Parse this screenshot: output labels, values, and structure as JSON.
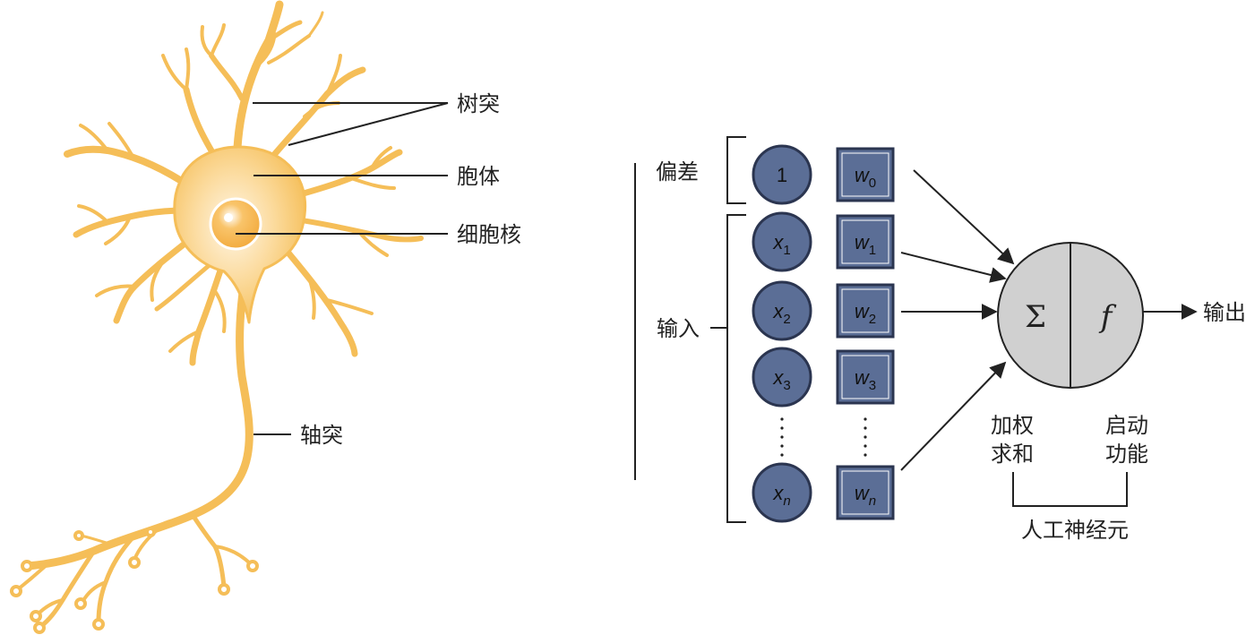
{
  "colors": {
    "neuron": "#F5BE58",
    "neuron_light": "#FBE3B4",
    "nucleus": "#F2A93B",
    "node_fill": "#5B6E96",
    "node_stroke": "#2B3550",
    "unit_fill": "#D0D0D0",
    "line": "#222222"
  },
  "bio": {
    "dendrite": "树突",
    "soma": "胞体",
    "nucleus": "细胞核",
    "axon": "轴突"
  },
  "model": {
    "bias_label": "偏差",
    "input_label": "输入",
    "bias_value": "1",
    "x_var": "x",
    "w_var": "w",
    "subscripts": [
      "1",
      "2",
      "3",
      "n"
    ],
    "bias_subscript": "0",
    "sum_symbol": "Σ",
    "func_symbol": "f",
    "output_label": "输出",
    "weighted_sum_line1": "加权",
    "weighted_sum_line2": "求和",
    "activation_line1": "启动",
    "activation_line2": "功能",
    "neuron_label": "人工神经元"
  }
}
